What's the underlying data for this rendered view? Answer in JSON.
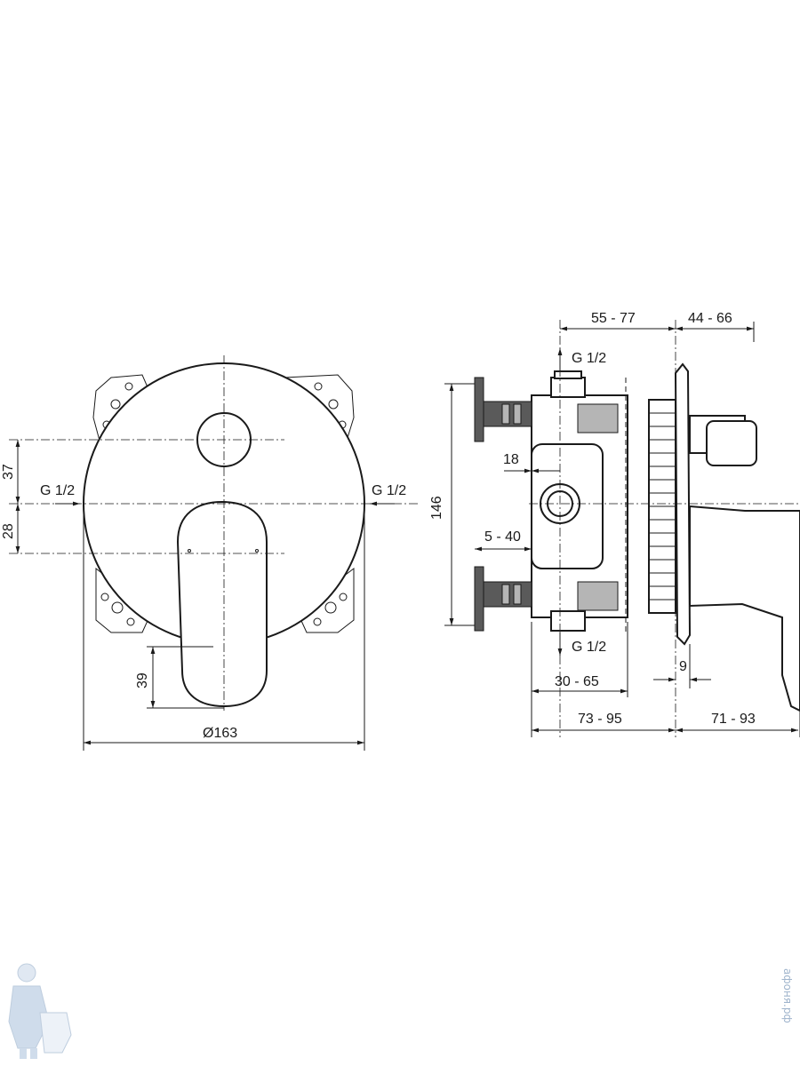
{
  "front_view": {
    "inlet_left": "G 1/2",
    "inlet_right": "G 1/2",
    "dim_37": "37",
    "dim_28": "28",
    "dim_39": "39",
    "dim_diameter": "Ø163"
  },
  "side_view": {
    "outlet_top": "G 1/2",
    "outlet_bottom": "G 1/2",
    "dim_55_77": "55 - 77",
    "dim_44_66": "44 - 66",
    "dim_18": "18",
    "dim_146": "146",
    "dim_5_40": "5 - 40",
    "dim_9": "9",
    "dim_30_65": "30 - 65",
    "dim_73_95": "73 - 95",
    "dim_71_93": "71 - 93"
  },
  "watermark": {
    "site": "афоня.рф"
  },
  "colors": {
    "line": "#1a1a1a",
    "dark_fill": "#5a5a5a",
    "light_fill": "#b5b5b5",
    "watermark": "#9fb4cc"
  }
}
